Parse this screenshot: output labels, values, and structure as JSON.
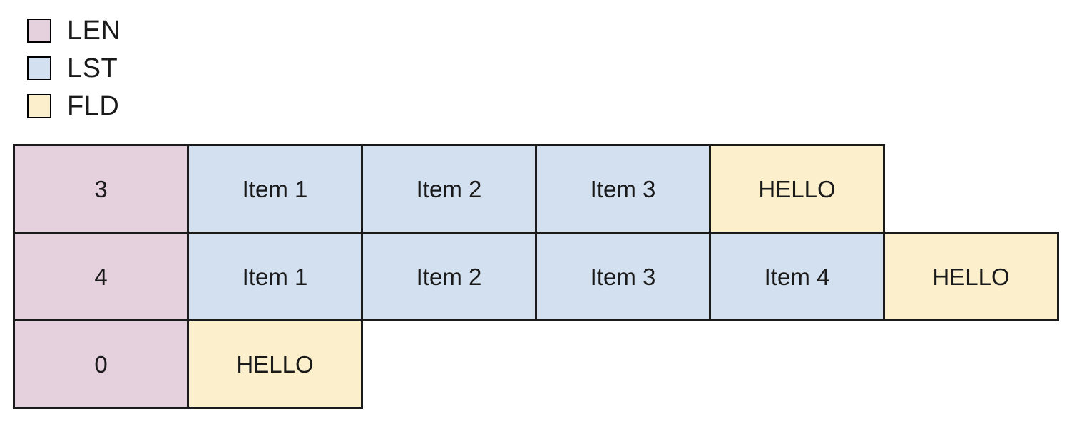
{
  "legend": {
    "items": [
      {
        "label": "LEN",
        "color": "#e5d0dd",
        "kind": "len"
      },
      {
        "label": "LST",
        "color": "#d3e0f0",
        "kind": "lst"
      },
      {
        "label": "FLD",
        "color": "#fcf0cc",
        "kind": "fld"
      }
    ]
  },
  "colors": {
    "len": "#e5d0dd",
    "lst": "#d3e0f0",
    "fld": "#fcf0cc",
    "border": "#1a1a1a",
    "background": "#ffffff",
    "text": "#1a1a1a"
  },
  "table": {
    "rows": [
      {
        "cells": [
          {
            "text": "3",
            "kind": "len"
          },
          {
            "text": "Item 1",
            "kind": "lst"
          },
          {
            "text": "Item 2",
            "kind": "lst"
          },
          {
            "text": "Item 3",
            "kind": "lst"
          },
          {
            "text": "HELLO",
            "kind": "fld"
          }
        ]
      },
      {
        "cells": [
          {
            "text": "4",
            "kind": "len"
          },
          {
            "text": "Item 1",
            "kind": "lst"
          },
          {
            "text": "Item 2",
            "kind": "lst"
          },
          {
            "text": "Item 3",
            "kind": "lst"
          },
          {
            "text": "Item 4",
            "kind": "lst"
          },
          {
            "text": "HELLO",
            "kind": "fld"
          }
        ]
      },
      {
        "cells": [
          {
            "text": "0",
            "kind": "len"
          },
          {
            "text": "HELLO",
            "kind": "fld"
          }
        ]
      }
    ]
  }
}
